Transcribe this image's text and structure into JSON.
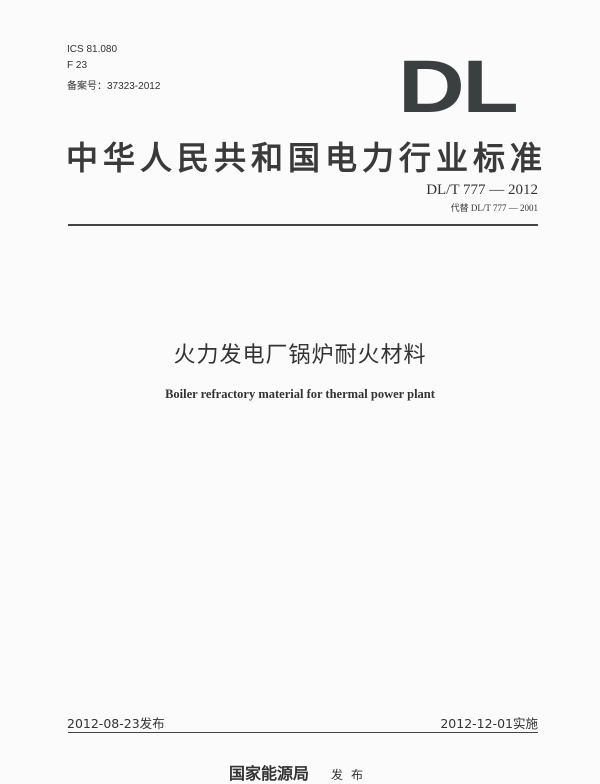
{
  "header": {
    "ics": "ICS 81.080",
    "classification": "F 23",
    "record_no": "备案号：37323-2012",
    "logo": "DL"
  },
  "title": "中华人民共和国电力行业标准",
  "standard": {
    "code": "DL/T 777 — 2012",
    "replaces": "代替 DL/T 777 — 2001"
  },
  "document": {
    "title_cn": "火力发电厂锅炉耐火材料",
    "title_en": "Boiler refractory material for thermal power plant"
  },
  "footer": {
    "issue_date": "2012-08-23发布",
    "effective_date": "2012-12-01实施",
    "issuer": "国家能源局",
    "issue_label": "发布"
  }
}
